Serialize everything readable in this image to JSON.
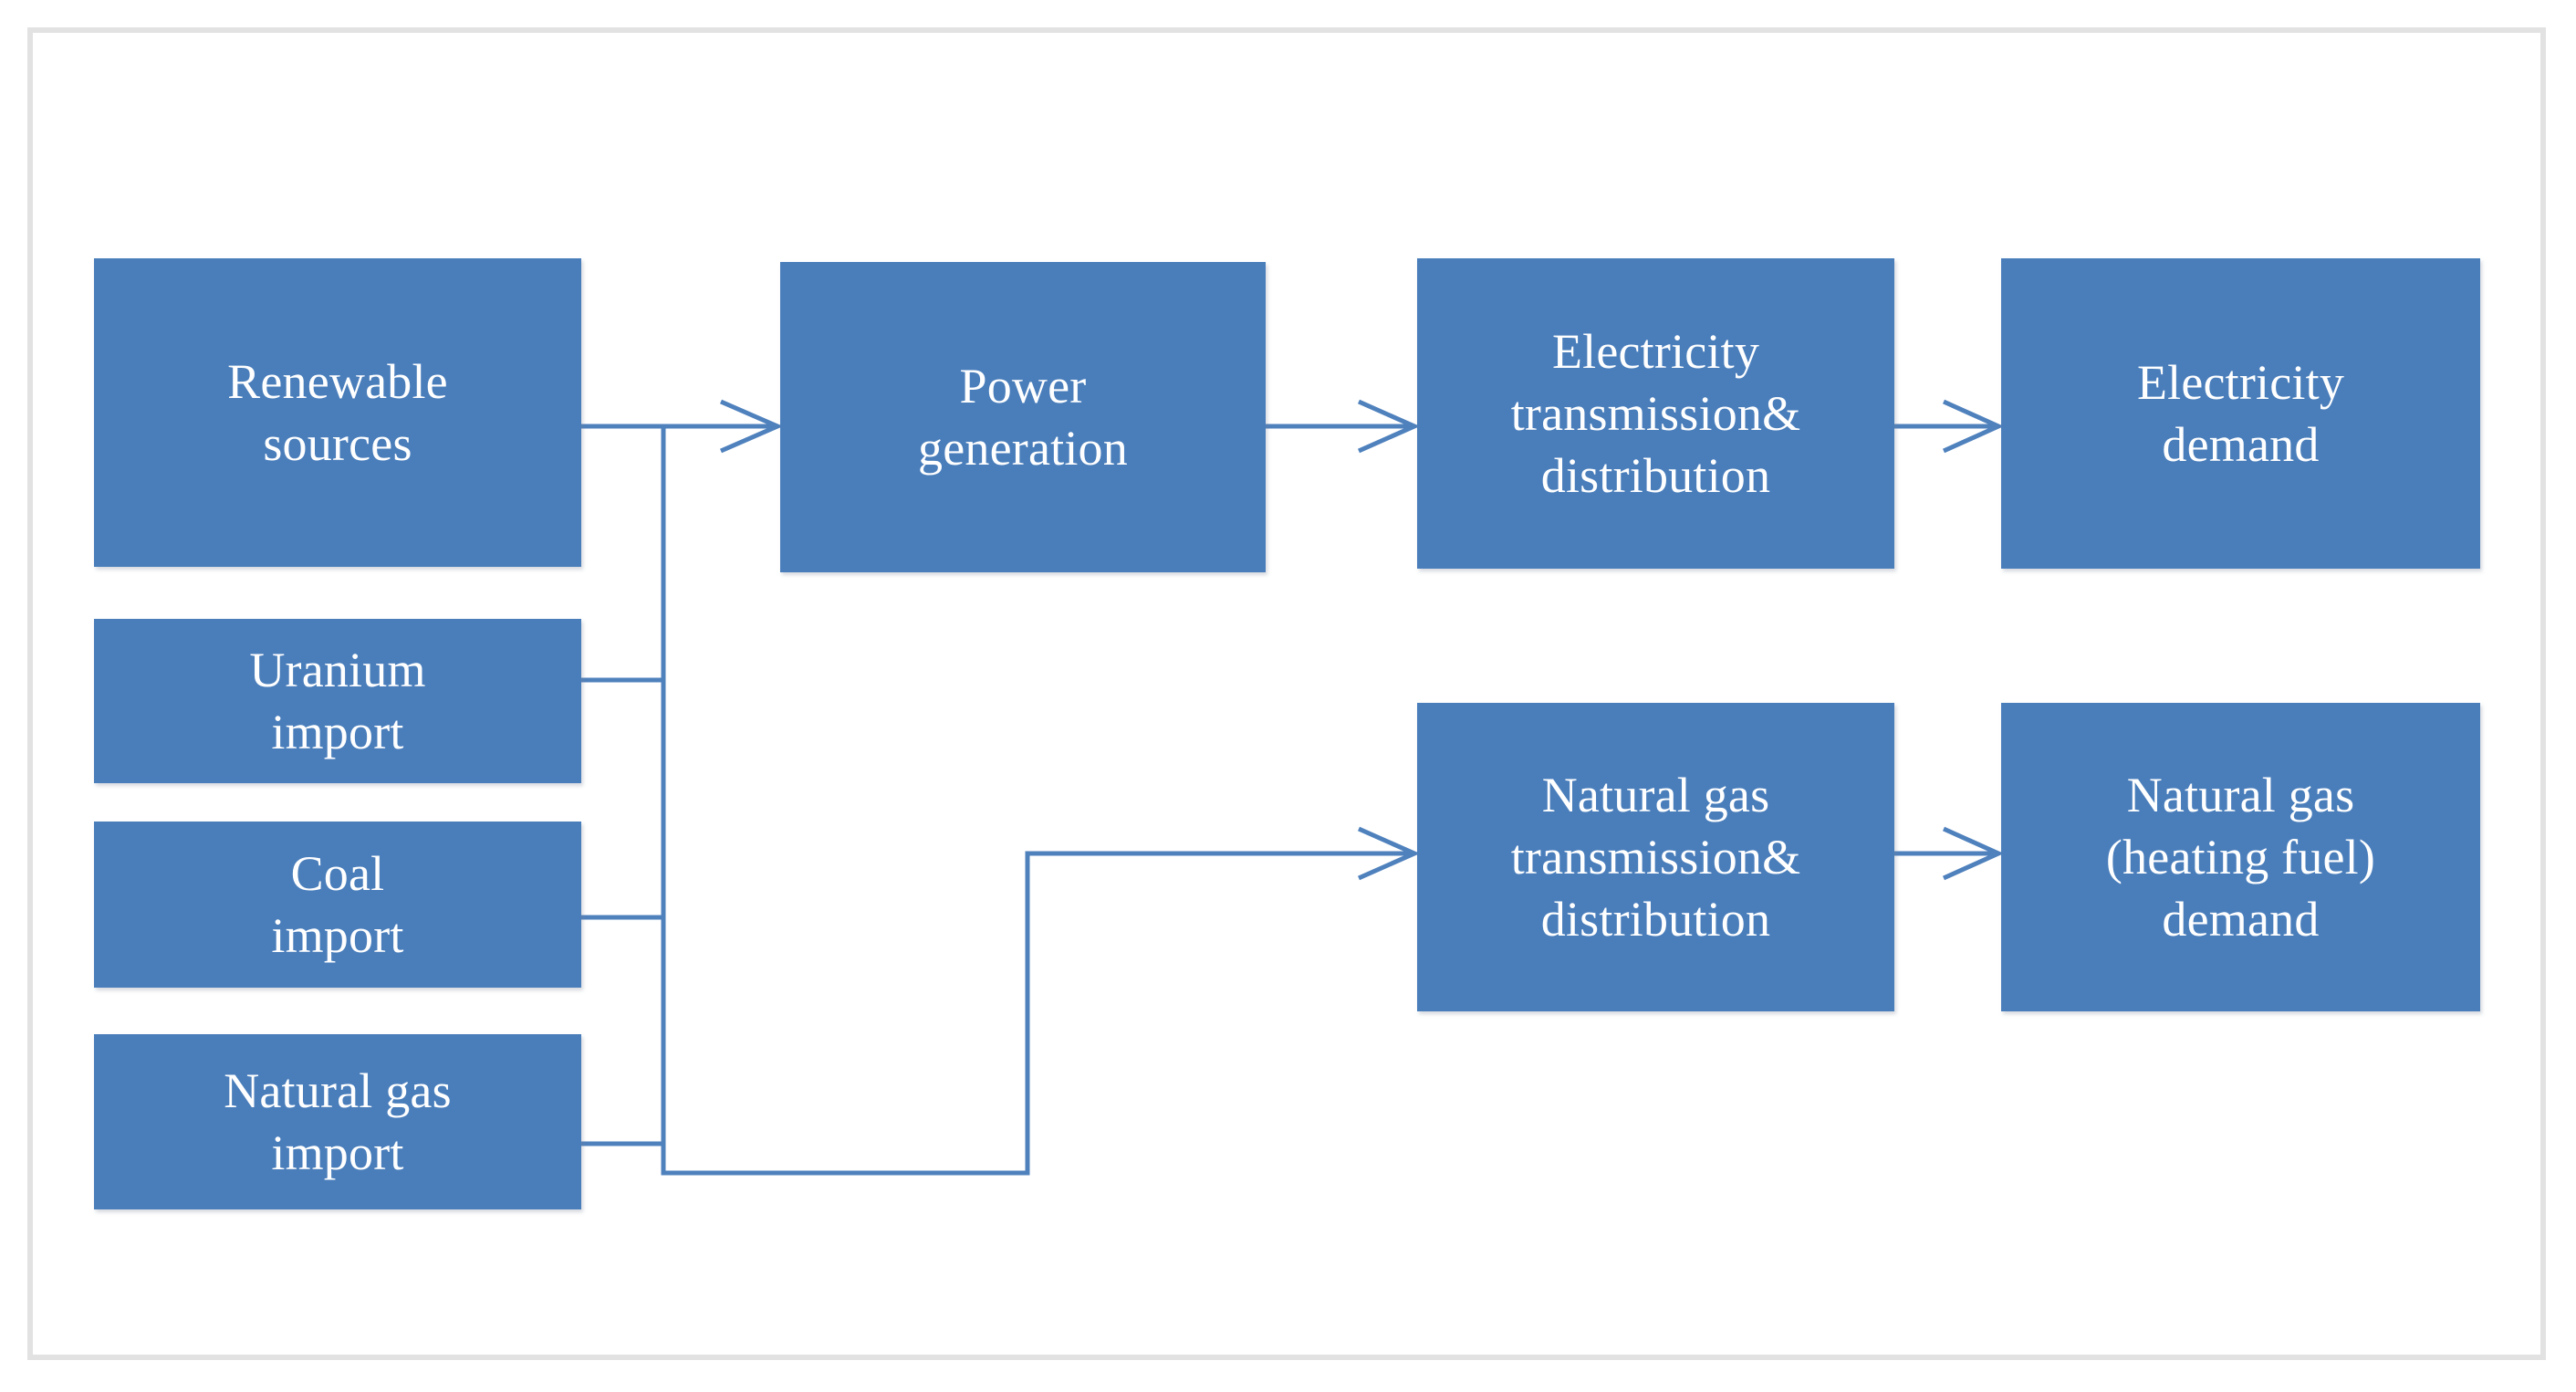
{
  "diagram": {
    "title": "Energy supply chain block flow diagram",
    "frame": {
      "border_color": "#e2e2e2"
    },
    "style": {
      "node_fill": "#4a7ebb",
      "node_border": "#2e5588",
      "node_text_color": "#ffffff",
      "connector_color": "#4f81bd",
      "background": "#ffffff"
    },
    "nodes": [
      {
        "id": "renewable-sources",
        "label": "Renewable\nsources"
      },
      {
        "id": "uranium-import",
        "label": "Uranium\nimport"
      },
      {
        "id": "coal-import",
        "label": "Coal\nimport"
      },
      {
        "id": "natural-gas-import",
        "label": "Natural gas\nimport"
      },
      {
        "id": "power-generation",
        "label": "Power\ngeneration"
      },
      {
        "id": "electricity-td",
        "label": "Electricity\ntransmission&\ndistribution"
      },
      {
        "id": "electricity-demand",
        "label": "Electricity\ndemand"
      },
      {
        "id": "natural-gas-td",
        "label": "Natural gas\ntransmission&\ndistribution"
      },
      {
        "id": "natural-gas-demand",
        "label": "Natural gas\n(heating fuel)\ndemand"
      }
    ],
    "edges": [
      {
        "from": "renewable-sources",
        "to": "power-generation",
        "arrow": true
      },
      {
        "from": "uranium-import",
        "to": "power-generation",
        "arrow": true
      },
      {
        "from": "coal-import",
        "to": "power-generation",
        "arrow": true
      },
      {
        "from": "natural-gas-import",
        "to": "power-generation",
        "arrow": true
      },
      {
        "from": "power-generation",
        "to": "electricity-td",
        "arrow": true
      },
      {
        "from": "electricity-td",
        "to": "electricity-demand",
        "arrow": true
      },
      {
        "from": "natural-gas-import",
        "to": "natural-gas-td",
        "arrow": true
      },
      {
        "from": "natural-gas-td",
        "to": "natural-gas-demand",
        "arrow": true
      }
    ]
  }
}
